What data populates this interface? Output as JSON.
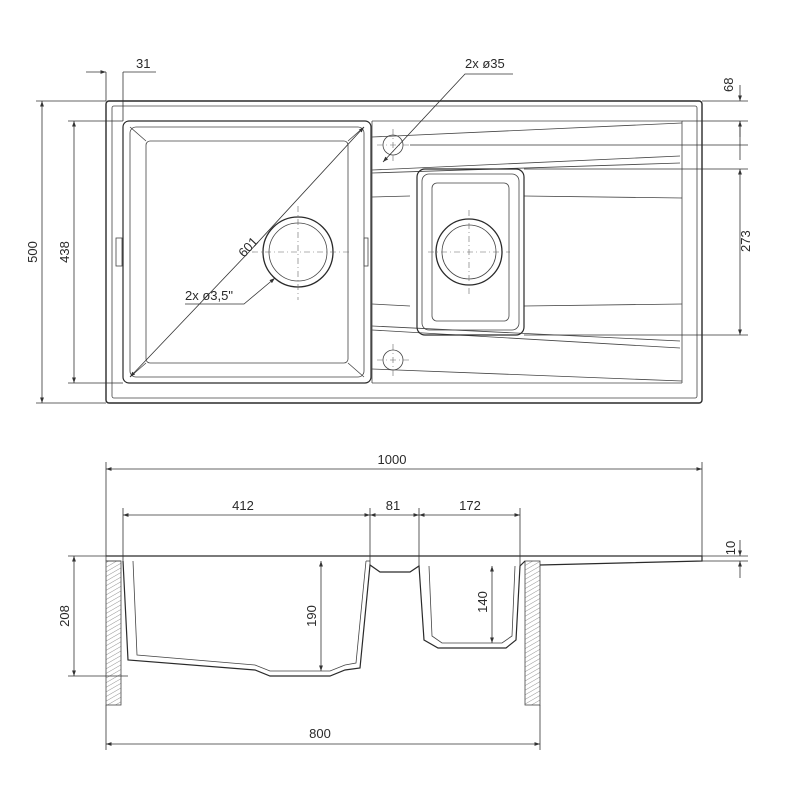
{
  "top_view": {
    "dims": {
      "offset_left": "31",
      "tap_holes": "2x ø35",
      "top_margin": "68",
      "height_total": "500",
      "height_inner": "438",
      "diagonal": "601",
      "drain_holes": "2x ø3,5\"",
      "small_bowl_height": "273"
    }
  },
  "side_view": {
    "dims": {
      "total_width": "1000",
      "big_bowl_width": "412",
      "gap_width": "81",
      "small_bowl_width": "172",
      "rim_thickness": "10",
      "total_depth": "208",
      "big_bowl_depth": "190",
      "small_bowl_depth": "140",
      "cabinet_width": "800"
    }
  },
  "colors": {
    "line": "#2a2a2a",
    "background": "#ffffff"
  }
}
